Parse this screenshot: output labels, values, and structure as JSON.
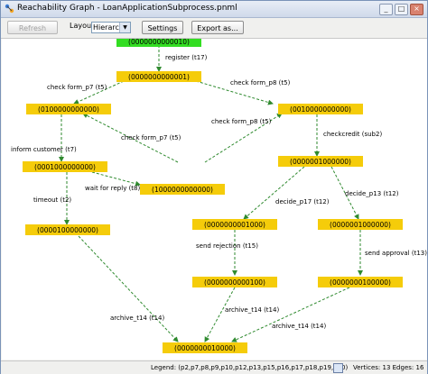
{
  "window": {
    "title": "Reachability Graph - LoanApplicationSubprocess.pnml",
    "controls": [
      "_",
      "□",
      "×"
    ]
  },
  "toolbar": {
    "refresh_label": "Refresh",
    "layout_label": "Layout",
    "layout_value": "Hierarchic",
    "settings_label": "Settings",
    "export_label": "Export as..."
  },
  "graph": {
    "states": [
      {
        "id": "s0",
        "label": "(0000000000010)",
        "color": "#33dd22"
      },
      {
        "id": "s1",
        "label": "(0000000000001)",
        "color": "#f5cc0a"
      },
      {
        "id": "s2",
        "label": "(0100000000000)",
        "color": "#f5cc0a"
      },
      {
        "id": "s3",
        "label": "(0010000000000)",
        "color": "#f5cc0a"
      },
      {
        "id": "s4",
        "label": "(0001000000000)",
        "color": "#f5cc0a"
      },
      {
        "id": "s5",
        "label": "(1000000000000)",
        "color": "#f5cc0a"
      },
      {
        "id": "s6",
        "label": "(0000001000000)",
        "color": "#f5cc0a"
      },
      {
        "id": "s7",
        "label": "(0000100000000)",
        "color": "#f5cc0a"
      },
      {
        "id": "s8",
        "label": "(0000000001000)",
        "color": "#f5cc0a"
      },
      {
        "id": "s9",
        "label": "(0000001000000)",
        "color": "#f5cc0a"
      },
      {
        "id": "s10",
        "label": "(0000000000100)",
        "color": "#f5cc0a"
      },
      {
        "id": "s11",
        "label": "(0000000100000)",
        "color": "#f5cc0a"
      },
      {
        "id": "s12",
        "label": "(0000000010000)",
        "color": "#f5cc0a"
      }
    ],
    "edge_labels": [
      "register (t17)",
      "check form_p7 (t5)",
      "check form_p8 (t5)",
      "check form_p7 (t5)",
      "check form_p8 (t5)",
      "checkcredit (sub2)",
      "inform customer (t7)",
      "wait for reply (t8)",
      "timeout (t2)",
      "decide_p17 (t12)",
      "decide_p13 (t12)",
      "send rejection (t15)",
      "send approval (t13)",
      "archive_t14 (t14)",
      "archive_t14 (t14)",
      "archive_t14 (t14)"
    ]
  },
  "status": {
    "legend": "Legend: (p2,p7,p8,p9,p10,p12,p13,p15,p16,p17,p18,p19,p20)",
    "counts": "Vertices: 13 Edges: 16"
  },
  "colors": {
    "initial_state": "#33dd22",
    "state": "#f5cc0a",
    "edge": "#2f8a2f"
  }
}
